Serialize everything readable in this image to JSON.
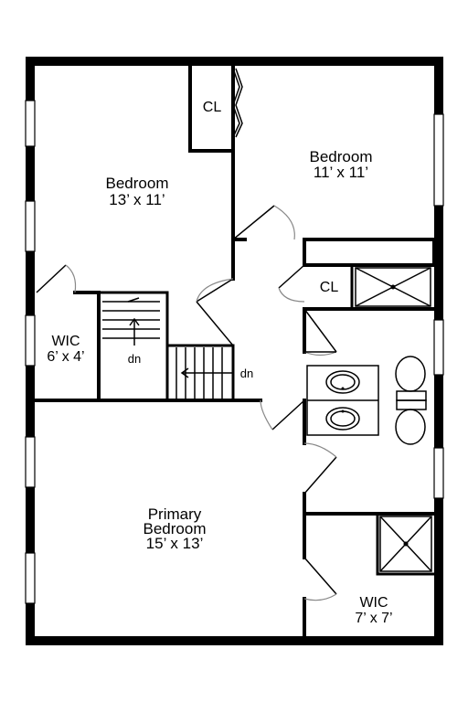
{
  "rooms": {
    "bedroom_left": {
      "name": "Bedroom",
      "size": "13’ x 11’"
    },
    "bedroom_right": {
      "name": "Bedroom",
      "size": "11’ x 11’"
    },
    "primary": {
      "name_line1": "Primary",
      "name_line2": "Bedroom",
      "size": "15’ x 13’"
    },
    "wic_left": {
      "name": "WIC",
      "size": "6’ x 4’"
    },
    "wic_right": {
      "name": "WIC",
      "size": "7’ x 7’"
    },
    "closet_top": {
      "name": "CL"
    },
    "closet_mid": {
      "name": "CL"
    }
  },
  "stairs": {
    "down_label_1": "dn",
    "down_label_2": "dn"
  }
}
